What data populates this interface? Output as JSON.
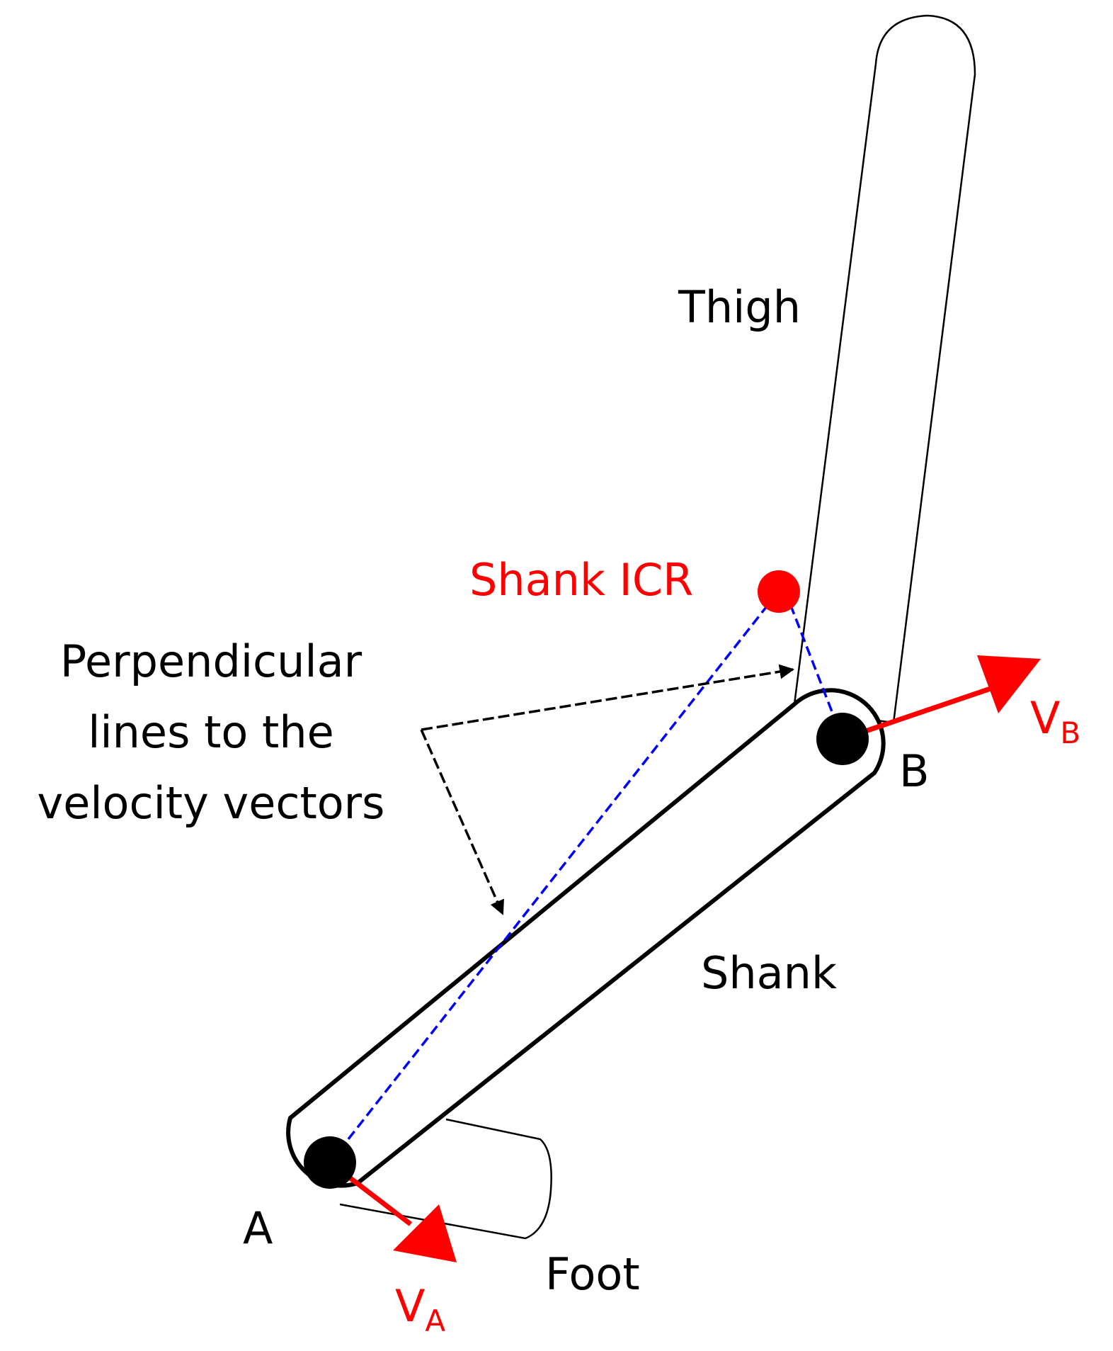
{
  "labels": {
    "thigh": "Thigh",
    "shank": "Shank",
    "foot": "Foot",
    "point_a": "A",
    "point_b": "B",
    "icr": "Shank ICR",
    "annotation_line1": "Perpendicular",
    "annotation_line2": "lines to the",
    "annotation_line3": "velocity vectors",
    "va_base": "V",
    "va_sub": "A",
    "vb_base": "V",
    "vb_sub": "B"
  },
  "colors": {
    "velocity": "#ff0000",
    "icr": "#ff0000",
    "perpendicular": "#0000ff",
    "outline": "#000000",
    "annotation_arrow": "#000000"
  }
}
